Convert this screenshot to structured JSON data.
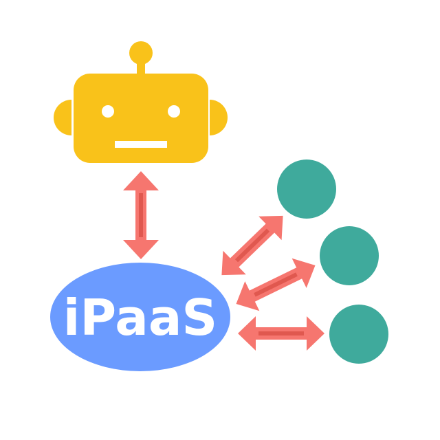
{
  "hub": {
    "label": "iPaaS",
    "color": "#6b9bff"
  },
  "robot": {
    "color": "#f9c21a",
    "face_color": "#ffffff"
  },
  "arrow_color": "#f6766f",
  "arrow_inner_color": "#e0584f",
  "node_color": "#3faa9c",
  "icons": [
    "robot-icon",
    "ipaas-ellipse",
    "node-circle",
    "double-arrow"
  ]
}
